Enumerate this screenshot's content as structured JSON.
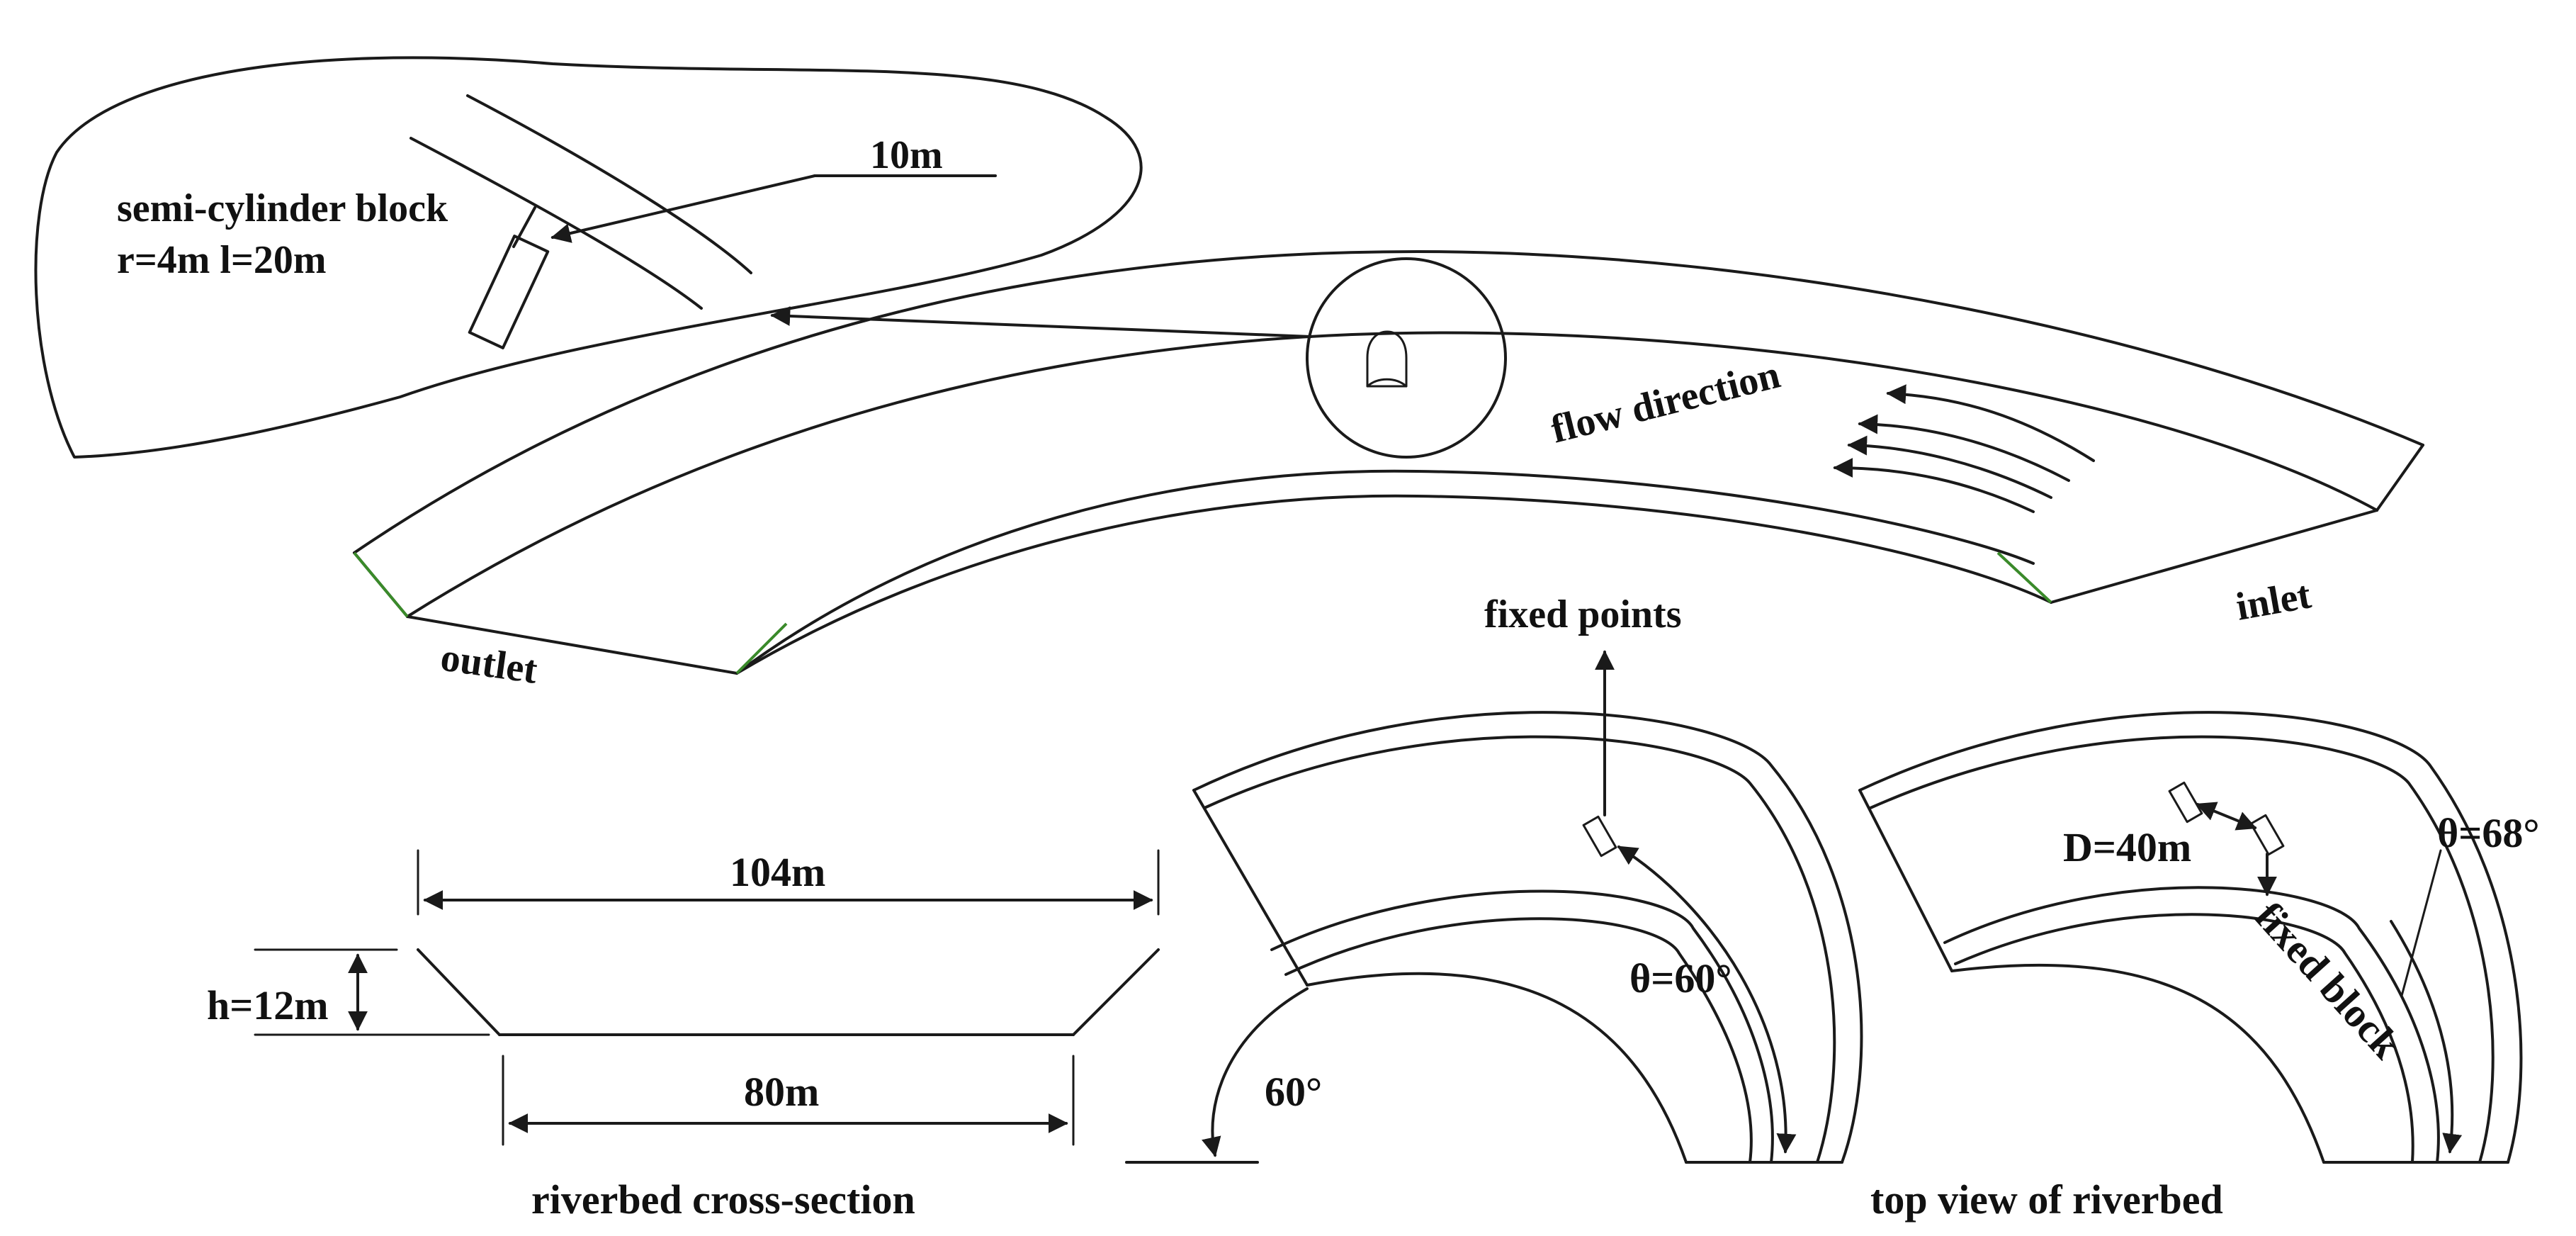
{
  "inset": {
    "distance_label": "10m",
    "block_label_line1": "semi-cylinder block",
    "block_label_line2": "r=4m l=20m"
  },
  "channel": {
    "flow_label": "flow direction",
    "inlet_label": "inlet",
    "outlet_label": "outlet"
  },
  "cross_section": {
    "top_width": "104m",
    "bottom_width": "80m",
    "height": "h=12m",
    "caption": "riverbed cross-section"
  },
  "top_view": {
    "caption": "top view of riverbed",
    "left_panel": {
      "fixed_points_label": "fixed points",
      "theta_label": "θ=60°",
      "bend_angle_label": "60°"
    },
    "right_panel": {
      "spacing_label": "D=40m",
      "fixed_block_label": "fixed block",
      "theta_label": "θ=68°"
    }
  }
}
